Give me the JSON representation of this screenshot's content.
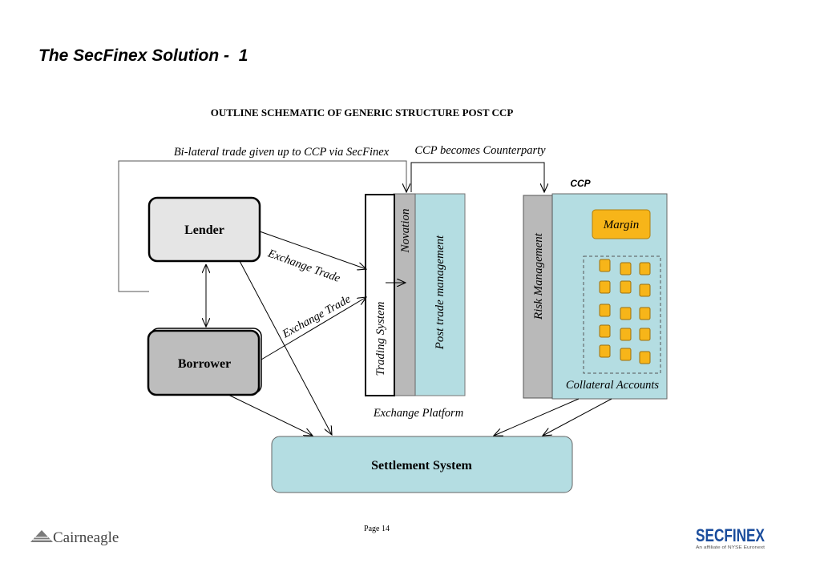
{
  "title": "The SecFinex Solution -  1",
  "subtitle": "OUTLINE SCHEMATIC OF GENERIC STRUCTURE POST CCP",
  "labels": {
    "bilateral": "Bi-lateral trade given up to CCP via SecFinex",
    "ccp_counterparty": "CCP becomes Counterparty",
    "ccp": "CCP",
    "lender": "Lender",
    "borrower": "Borrower",
    "exchange_trade_1": "Exchange Trade",
    "exchange_trade_2": "Exchange Trade",
    "trading_system": "Trading System",
    "novation": "Novation",
    "post_trade": "Post trade management",
    "exchange_platform": "Exchange Platform",
    "risk_management": "Risk Management",
    "margin": "Margin",
    "collateral_accounts": "Collateral Accounts",
    "settlement_system": "Settlement System"
  },
  "footer": {
    "page": "Page 14",
    "left_logo_text": "Cairneagle",
    "right_logo_text": "SECFINEX",
    "right_logo_tagline": "An affiliate of NYSE Euronext"
  },
  "colors": {
    "light_blue": "#b4dde2",
    "grey": "#b9b9b9",
    "light_grey": "#e5e5e5",
    "mid_grey": "#bdbdbd",
    "orange": "#f7b519",
    "secfinex_blue": "#1a4c9c"
  }
}
